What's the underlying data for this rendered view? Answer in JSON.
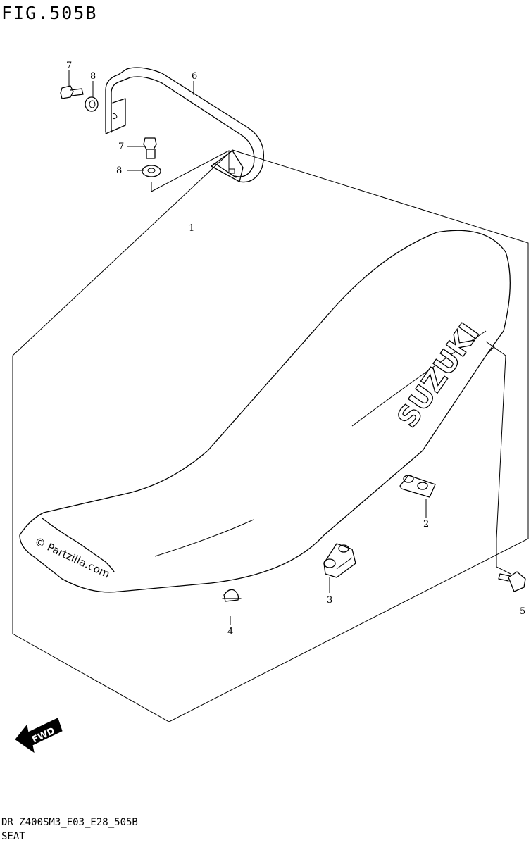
{
  "figure": {
    "title": "FIG.505B",
    "code": "DR Z400SM3_E03_E28_505B",
    "name": "SEAT"
  },
  "callouts": [
    {
      "id": "c1",
      "text": "1"
    },
    {
      "id": "c2",
      "text": "2"
    },
    {
      "id": "c3",
      "text": "3"
    },
    {
      "id": "c4",
      "text": "4"
    },
    {
      "id": "c5",
      "text": "5"
    },
    {
      "id": "c6",
      "text": "6"
    },
    {
      "id": "c7a",
      "text": "7"
    },
    {
      "id": "c7b",
      "text": "7"
    },
    {
      "id": "c8a",
      "text": "8"
    },
    {
      "id": "c8b",
      "text": "8"
    }
  ],
  "seat_logo": "SUZUKI",
  "watermark": "© Partzilla.com",
  "direction_label": "FWD"
}
